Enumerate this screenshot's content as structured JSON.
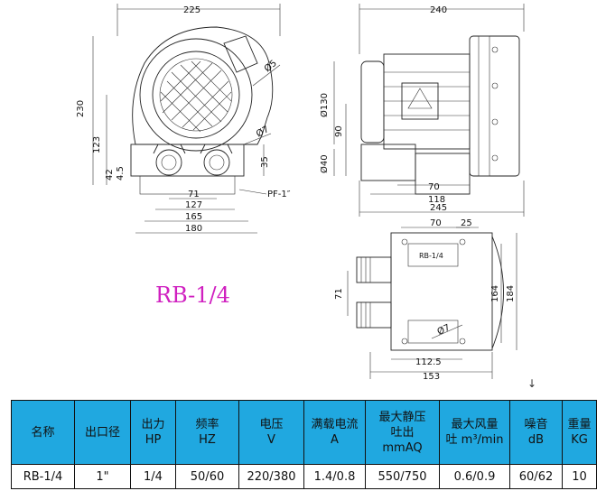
{
  "drawing": {
    "model_label": "RB-1/4",
    "front_view": {
      "width_top": "225",
      "height_total": "230",
      "height_center": "123",
      "dim_42": "42",
      "dim_4_5": "4.5",
      "outlet_diameter": "Ø5",
      "hole_diameter": "Ø7",
      "dim_35": "35",
      "dim_71": "71",
      "dim_127": "127",
      "dim_165": "165",
      "dim_180": "180",
      "pipe_thread": "PF-1″"
    },
    "side_view": {
      "length_top": "240",
      "dia_130": "Ø130",
      "dim_90": "90",
      "dia_40": "Ø40",
      "dim_70": "70",
      "dim_118": "118",
      "dim_245": "245"
    },
    "bottom_view": {
      "dim_70": "70",
      "dim_25": "25",
      "plate_label_top": "RB-1/4",
      "dim_71": "71",
      "dim_164": "164",
      "dim_184": "184",
      "hole": "Ø7",
      "dim_112_5": "112.5",
      "dim_153": "153"
    }
  },
  "table": {
    "headers": [
      {
        "line1": "名称",
        "line2": ""
      },
      {
        "line1": "出口径",
        "line2": ""
      },
      {
        "line1": "出力",
        "line2": "HP"
      },
      {
        "line1": "频率",
        "line2": "HZ"
      },
      {
        "line1": "电压",
        "line2": "V"
      },
      {
        "line1": "满载电流",
        "line2": "A"
      },
      {
        "line1": "最大静压",
        "line2": "吐出",
        "line3": "mmAQ"
      },
      {
        "line1": "最大风量",
        "line2": "吐 m³/min"
      },
      {
        "line1": "噪音",
        "line2": "dB"
      },
      {
        "line1": "重量",
        "line2": "KG"
      }
    ],
    "row": [
      "RB-1/4",
      "1\"",
      "1/4",
      "50/60",
      "220/380",
      "1.4/0.8",
      "550/750",
      "0.6/0.9",
      "60/62",
      "10"
    ],
    "header_color": "#20a8e0"
  }
}
